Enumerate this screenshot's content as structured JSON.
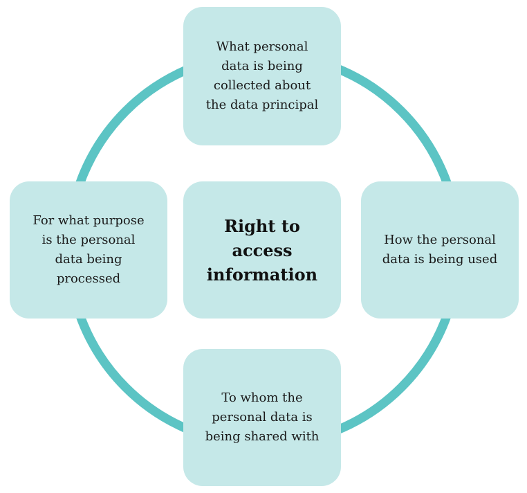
{
  "diagram": {
    "center": {
      "text": "Right to\naccess\ninformation"
    },
    "top": {
      "text": "What personal\ndata is being\ncollected about\nthe data principal"
    },
    "right": {
      "text": "How the personal\ndata is being used"
    },
    "bottom": {
      "text": "To whom the\npersonal data is\nbeing shared with"
    },
    "left": {
      "text": "For what purpose\nis the personal\ndata being\nprocessed"
    }
  },
  "colors": {
    "ring": "#5cc4c4",
    "box_fill": "#c5e8e8",
    "text": "#1a1a1a"
  }
}
